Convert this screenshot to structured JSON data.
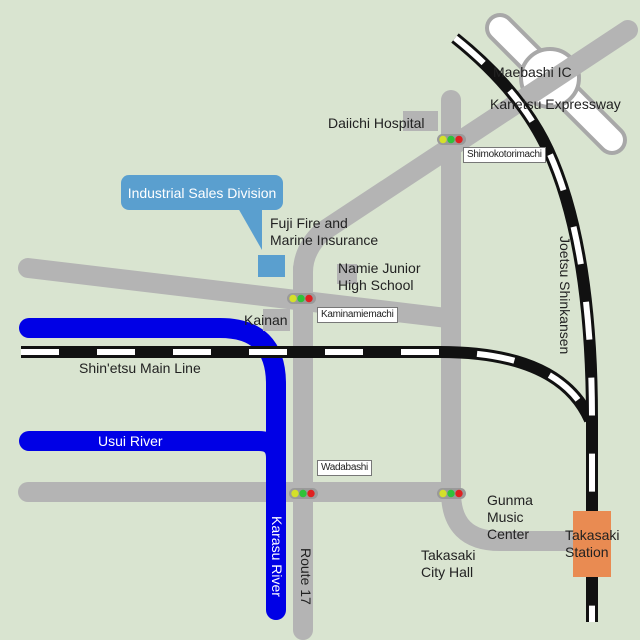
{
  "landmarks": {
    "maebashi_ic": "Maebashi IC",
    "kanetsu_expressway": "Kanetsu Expressway",
    "daiichi_hospital": "Daiichi Hospital",
    "industrial_sales_division": "Industrial Sales Division",
    "fuji_fire_line1": "Fuji Fire and",
    "fuji_fire_line2": "Marine Insurance",
    "namie_line1": "Namie Junior",
    "namie_line2": "High School",
    "kainan": "Kainan",
    "gunma_line1": "Gunma",
    "gunma_line2": "Music",
    "gunma_line3": "Center",
    "takasaki_city_hall_line1": "Takasaki",
    "takasaki_city_hall_line2": "City Hall",
    "takasaki_station_line1": "Takasaki",
    "takasaki_station_line2": "Station"
  },
  "intersections": {
    "shimokotorimachi": "Shimokotorimachi",
    "kaminamiemachi": "Kaminamiemachi",
    "wadabashi": "Wadabashi"
  },
  "routes": {
    "shinetsu_main_line": "Shin'etsu Main Line",
    "joetsu_shinkansen": "Joetsu Shinkansen",
    "route_17": "Route 17",
    "usui_river": "Usui River",
    "karasu_river": "Karasu River"
  },
  "colors": {
    "background": "#d9e4d0",
    "road": "#b4b4b4",
    "river": "#0000e6",
    "callout": "#5a9fcf",
    "station": "#e98b52"
  }
}
